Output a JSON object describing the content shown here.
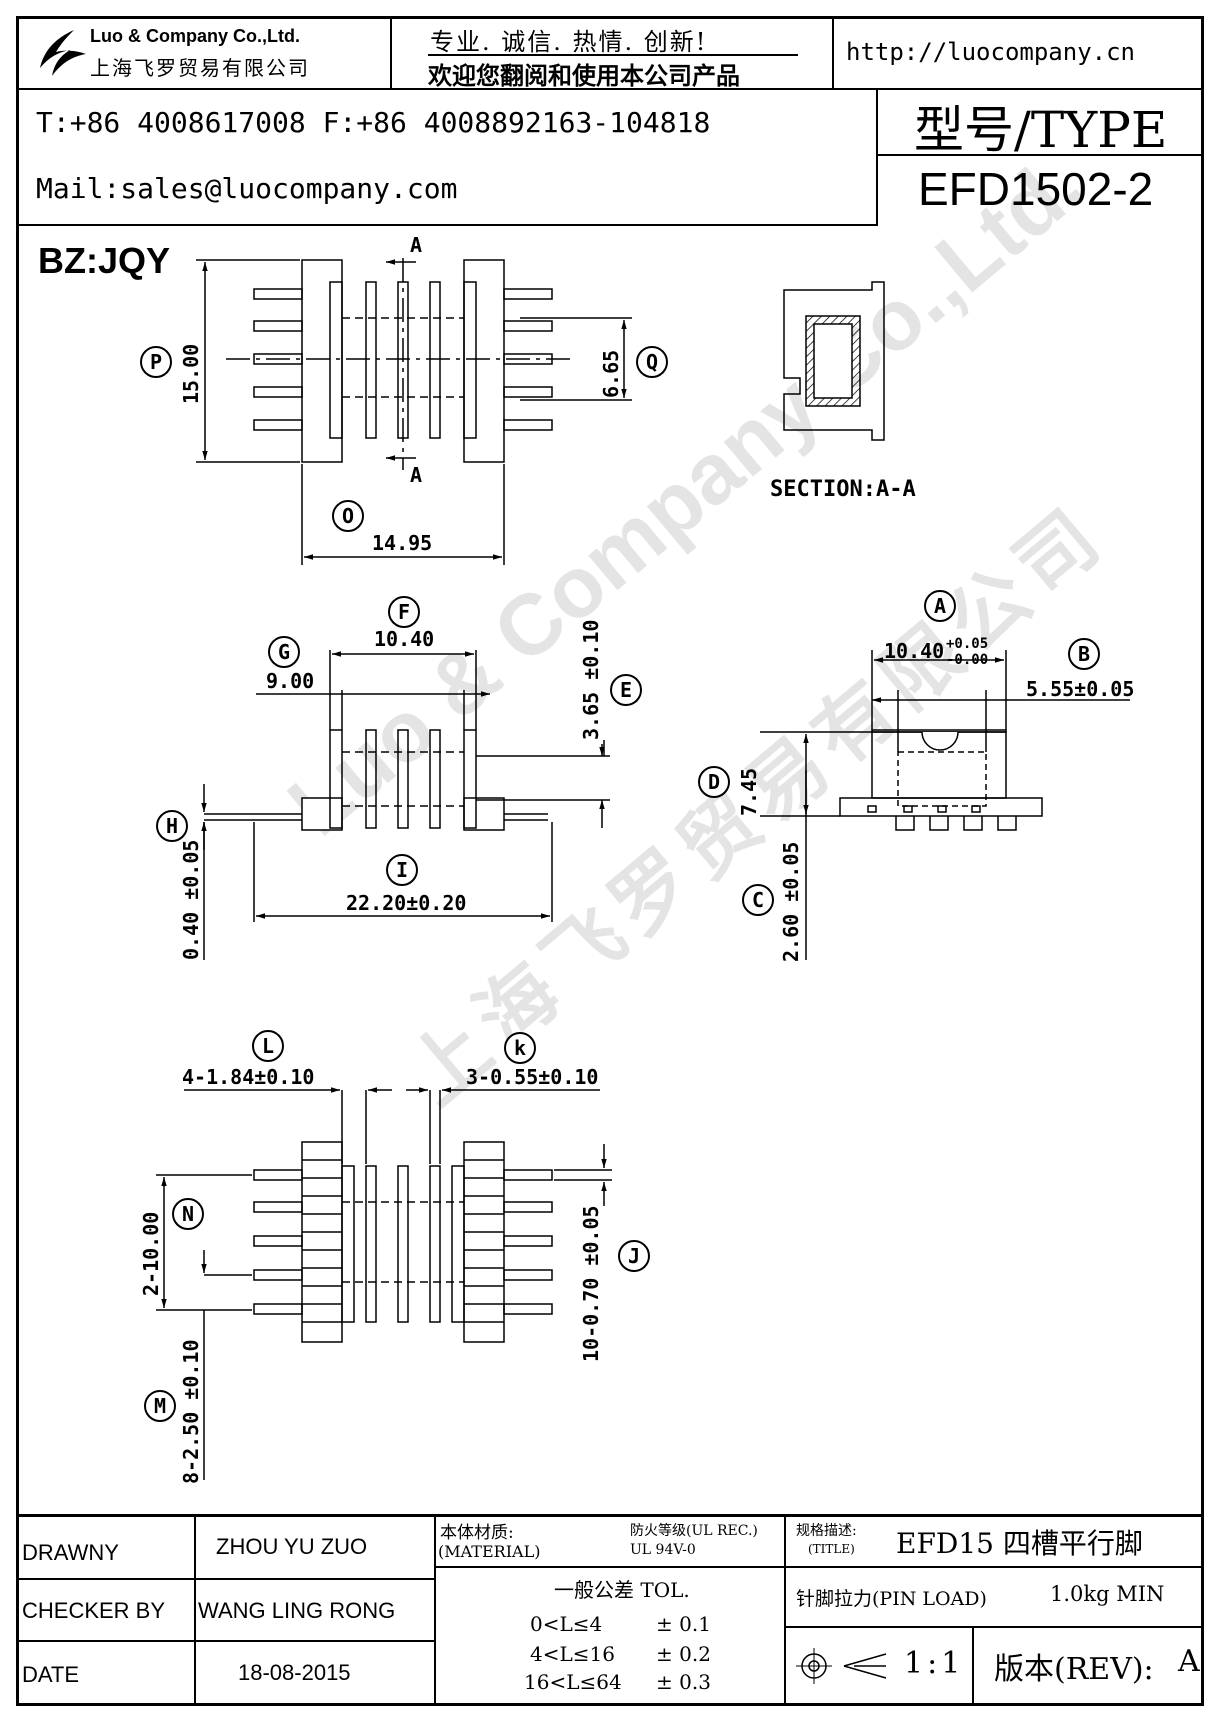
{
  "header": {
    "company_en": "Luo & Company Co.,Ltd.",
    "company_cn": "上海飞罗贸易有限公司",
    "slogan_line1": "专业. 诚信.  热情.  创新!",
    "slogan_line2": "欢迎您翻阅和使用本公司产品",
    "website": "http://luocompany.cn",
    "phone_fax": "T:+86 4008617008 F:+86 4008892163-104818",
    "email": "Mail:sales@luocompany.com",
    "type_label": "型号/TYPE",
    "model": "EFD1502-2"
  },
  "drawing": {
    "packaging_code": "BZ:JQY",
    "section_label": "SECTION:A-A",
    "section_mark": "A",
    "dimensions": {
      "P": "15.00",
      "Q": "6.65",
      "O": "14.95",
      "F": "10.40",
      "G": "9.00",
      "E": "3.65 ±0.10",
      "H": "0.40 ±0.05",
      "I": "22.20±0.20",
      "A": "10.40",
      "A_tol_upper": "+0.05",
      "A_tol_lower": "-0.00",
      "B": "5.55±0.05",
      "D": "7.45",
      "C": "2.60 ±0.05",
      "L": "4-1.84±0.10",
      "k": "3-0.55±0.10",
      "N": "2-10.00",
      "J": "10-0.70 ±0.05",
      "M": "8-2.50 ±0.10"
    },
    "callouts": [
      "P",
      "Q",
      "O",
      "F",
      "G",
      "E",
      "H",
      "I",
      "A",
      "B",
      "D",
      "C",
      "L",
      "k",
      "N",
      "J",
      "M"
    ],
    "watermark_en": "Luo & Company Co.,Ltd.",
    "watermark_cn": "上海飞罗贸易有限公司"
  },
  "title_block": {
    "drawn_label": "DRAWNY",
    "drawn_value": "ZHOU YU ZUO",
    "checker_label": "CHECKER BY",
    "checker_value": "WANG LING RONG",
    "date_label": "DATE",
    "date_value": "18-08-2015",
    "material_label_cn": "本体材质:",
    "material_label_en": "(MATERIAL)",
    "fire_rating_label": "防火等级(UL REC.)",
    "fire_rating_value": "UL 94V-0",
    "spec_label_cn": "规格描述:",
    "spec_label_en": "(TITLE)",
    "title_value": "EFD15 四槽平行脚",
    "tolerance_header": "一般公差 TOL.",
    "tolerances": [
      {
        "range": "0<L≤4",
        "value": "± 0.1"
      },
      {
        "range": "4<L≤16",
        "value": "± 0.2"
      },
      {
        "range": "16<L≤64",
        "value": "± 0.3"
      }
    ],
    "pin_load_label": "针脚拉力(PIN LOAD)",
    "pin_load_value": "1.0kg MIN",
    "scale": "1:1",
    "rev_label": "版本(REV):",
    "rev_value": "A"
  }
}
